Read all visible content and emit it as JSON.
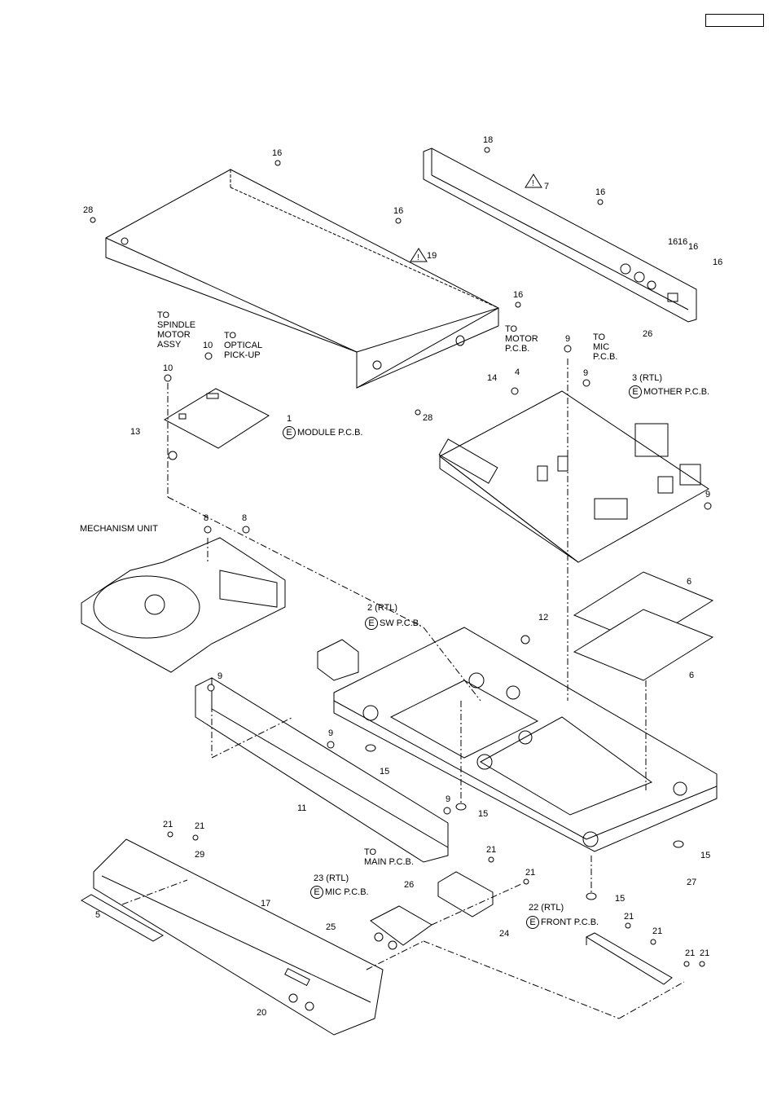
{
  "labels": {
    "p16a": "16",
    "p18": "18",
    "p7": "7",
    "p16b": "16",
    "p28a": "28",
    "p16c": "16",
    "p19": "19",
    "p16d": "16",
    "p16e": "16",
    "p16f": "16",
    "p16g": "16",
    "p16h": "16",
    "to_spindle": "TO\nSPINDLE\nMOTOR\nASSY",
    "to_optical": "TO\nOPTICAL\nPICK-UP",
    "p10a": "10",
    "p10b": "10",
    "p28b": "28",
    "p1": "1",
    "module_pcb": "MODULE P.C.B.",
    "to_motor": "TO\nMOTOR\nP.C.B.",
    "p9a": "9",
    "p26a": "26",
    "to_mic": "TO\nMIC\nP.C.B.",
    "p14": "14",
    "p4": "4",
    "p9b": "9",
    "p3": "3 (RTL)",
    "mother_pcb": "MOTHER P.C.B.",
    "p13": "13",
    "p8a": "8",
    "p8b": "8",
    "mechanism": "MECHANISM UNIT",
    "p9c": "9",
    "p2": "2 (RTL)",
    "sw_pcb": "SW P.C.B.",
    "p12": "12",
    "p6a": "6",
    "p6b": "6",
    "p9d": "9",
    "p9e": "9",
    "p15a": "15",
    "p11": "11",
    "p9f": "9",
    "p15b": "15",
    "p15c": "15",
    "p21a": "21",
    "p21b": "21",
    "p29": "29",
    "to_main": "TO\nMAIN P.C.B.",
    "p26b": "26",
    "p23": "23 (RTL)",
    "mic_pcb": "MIC P.C.B.",
    "p21c": "21",
    "p21d": "21",
    "p17": "17",
    "p5": "5",
    "p15d": "15",
    "p27": "27",
    "p22": "22 (RTL)",
    "front_pcb": "FRONT P.C.B.",
    "p21e": "21",
    "p21f": "21",
    "p25": "25",
    "p24": "24",
    "p21g": "21",
    "p21h": "21",
    "p20": "20",
    "e_mark": "E"
  }
}
